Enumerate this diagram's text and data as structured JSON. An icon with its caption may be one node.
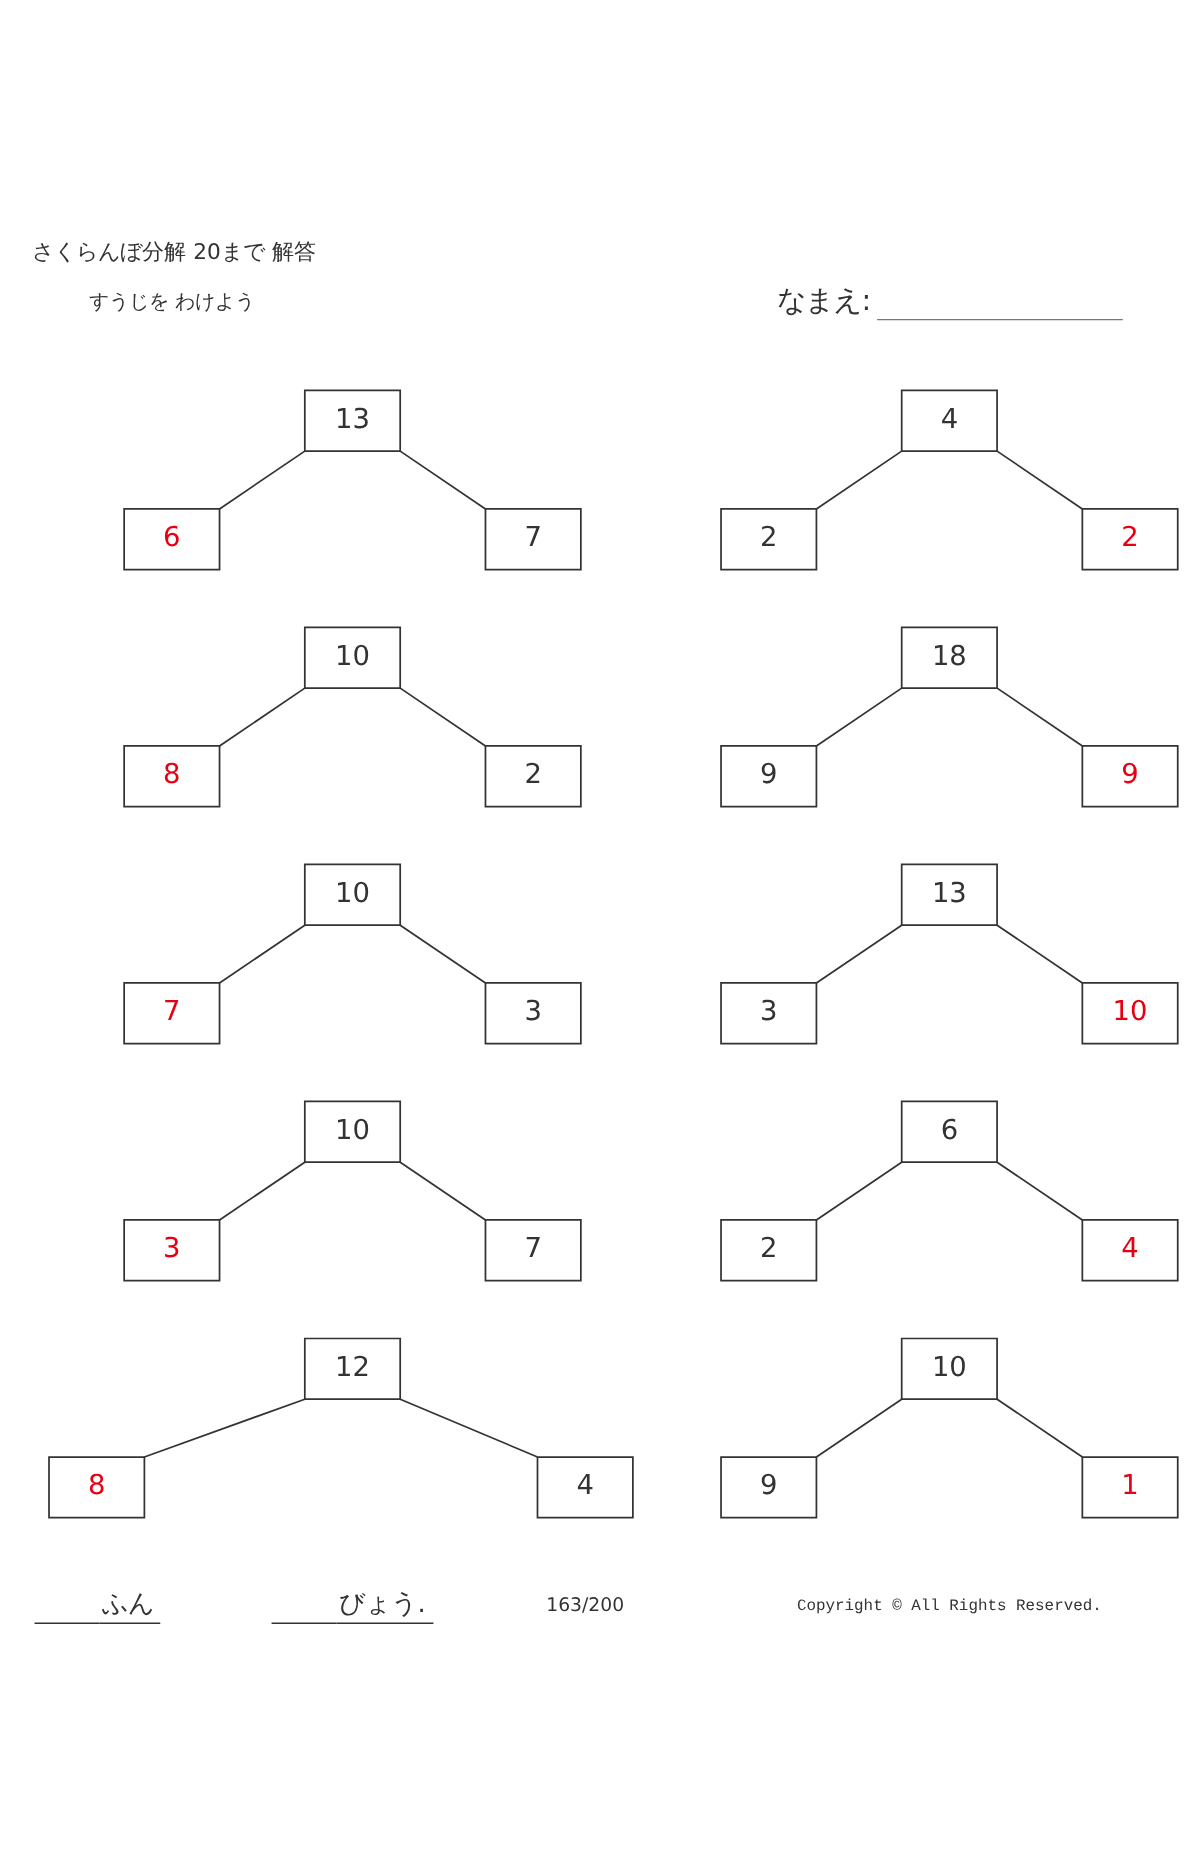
{
  "diagram": {
    "title": "さくらんぼ分解 20まで 解答",
    "nodes": [
      {
        "text": [
          "13"
        ]
      },
      {
        "text": [
          "6"
        ]
      },
      {
        "text": [
          "7"
        ]
      },
      {
        "text": [
          "4"
        ]
      },
      {
        "text": [
          "2"
        ]
      },
      {
        "text": [
          "2"
        ]
      },
      {
        "text": [
          "10"
        ]
      },
      {
        "text": [
          "8"
        ]
      },
      {
        "text": [
          "2"
        ]
      },
      {
        "text": [
          "18"
        ]
      },
      {
        "text": [
          "9"
        ]
      },
      {
        "text": [
          "9"
        ]
      },
      {
        "text": [
          "10"
        ]
      },
      {
        "text": [
          "7"
        ]
      },
      {
        "text": [
          "3"
        ]
      },
      {
        "text": [
          "13"
        ]
      },
      {
        "text": [
          "3"
        ]
      },
      {
        "text": [
          "10"
        ]
      },
      {
        "text": [
          "10"
        ]
      },
      {
        "text": [
          "3"
        ]
      },
      {
        "text": [
          "7"
        ]
      },
      {
        "text": [
          "6"
        ]
      },
      {
        "text": [
          "2"
        ]
      },
      {
        "text": [
          "4"
        ]
      },
      {
        "text": [
          "12"
        ]
      },
      {
        "text": [
          "8"
        ]
      },
      {
        "text": [
          "4"
        ]
      },
      {
        "text": [
          "10"
        ]
      },
      {
        "text": [
          "9"
        ]
      },
      {
        "text": [
          "1"
        ]
      }
    ],
    "edges": [
      {
        "from": 0,
        "to": 1,
        "arrow": "none"
      },
      {
        "from": 0,
        "to": 2,
        "arrow": "none"
      },
      {
        "from": 3,
        "to": 4,
        "arrow": "none"
      },
      {
        "from": 3,
        "to": 5,
        "arrow": "none"
      },
      {
        "from": 6,
        "to": 7,
        "arrow": "none"
      },
      {
        "from": 6,
        "to": 8,
        "arrow": "none"
      },
      {
        "from": 9,
        "to": 10,
        "arrow": "none"
      },
      {
        "from": 9,
        "to": 11,
        "arrow": "none"
      },
      {
        "from": 12,
        "to": 13,
        "arrow": "none"
      },
      {
        "from": 12,
        "to": 14,
        "arrow": "none"
      },
      {
        "from": 15,
        "to": 16,
        "arrow": "none"
      },
      {
        "from": 15,
        "to": 17,
        "arrow": "none"
      },
      {
        "from": 18,
        "to": 19,
        "arrow": "none"
      },
      {
        "from": 18,
        "to": 20,
        "arrow": "none"
      },
      {
        "from": 21,
        "to": 22,
        "arrow": "none"
      },
      {
        "from": 21,
        "to": 23,
        "arrow": "none"
      },
      {
        "from": 24,
        "to": 25,
        "arrow": "none"
      },
      {
        "from": 24,
        "to": 26,
        "arrow": "none"
      },
      {
        "from": 27,
        "to": 28,
        "arrow": "none"
      },
      {
        "from": 27,
        "to": 29,
        "arrow": "none"
      }
    ],
    "labels": [
      "すうじを わけよう",
      "なまえ:",
      "ふん",
      "びょう.",
      "163/200",
      "Copyright © All Rights Reserved."
    ]
  }
}
